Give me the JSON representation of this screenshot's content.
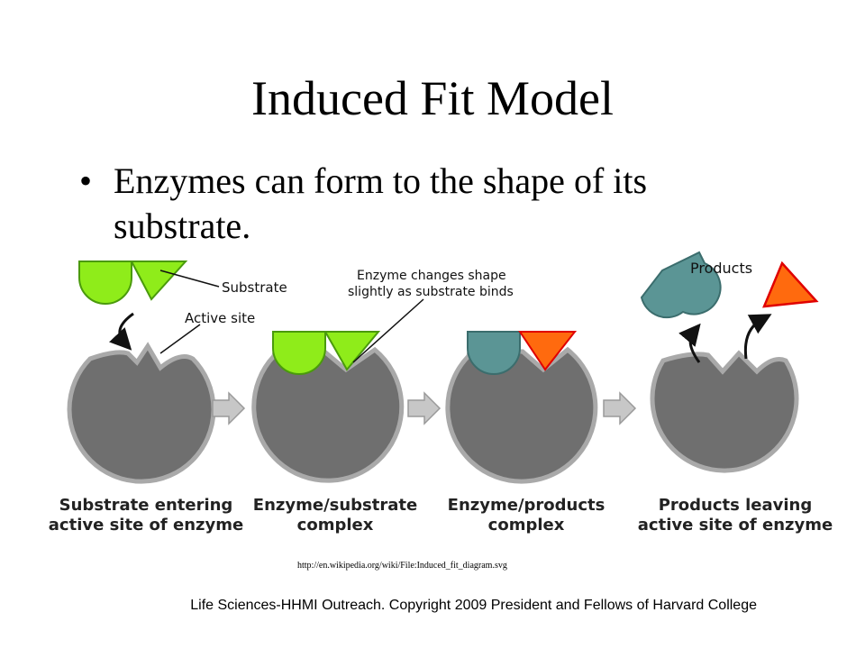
{
  "slide": {
    "title": "Induced Fit Model",
    "bullet": "Enzymes can form to the shape of its substrate.",
    "bullet_marker": "•"
  },
  "diagram": {
    "labels": {
      "substrate": "Substrate",
      "active_site": "Active site",
      "enzyme_changes_line1": "Enzyme changes shape",
      "enzyme_changes_line2": "slightly as substrate binds",
      "products": "Products"
    },
    "captions": [
      {
        "line1": "Substrate entering",
        "line2": "active site of enzyme"
      },
      {
        "line1": "Enzyme/substrate",
        "line2": "complex"
      },
      {
        "line1": "Enzyme/products",
        "line2": "complex"
      },
      {
        "line1": "Products leaving",
        "line2": "active site of enzyme"
      }
    ],
    "colors": {
      "enzyme": "#6f6f6f",
      "enzyme_outline": "#a9a9a9",
      "substrate": "#8fec1a",
      "substrate_outline": "#4a9a0c",
      "product_semicircle": "#5b9595",
      "product_triangle": "#ff6a0e",
      "product_triangle_outline": "#e00000",
      "arrow": "#b5b5b5"
    }
  },
  "source_url": "http://en.wikipedia.org/wiki/File:Induced_fit_diagram.svg",
  "footer": "Life Sciences-HHMI Outreach. Copyright 2009 President and Fellows of Harvard College"
}
